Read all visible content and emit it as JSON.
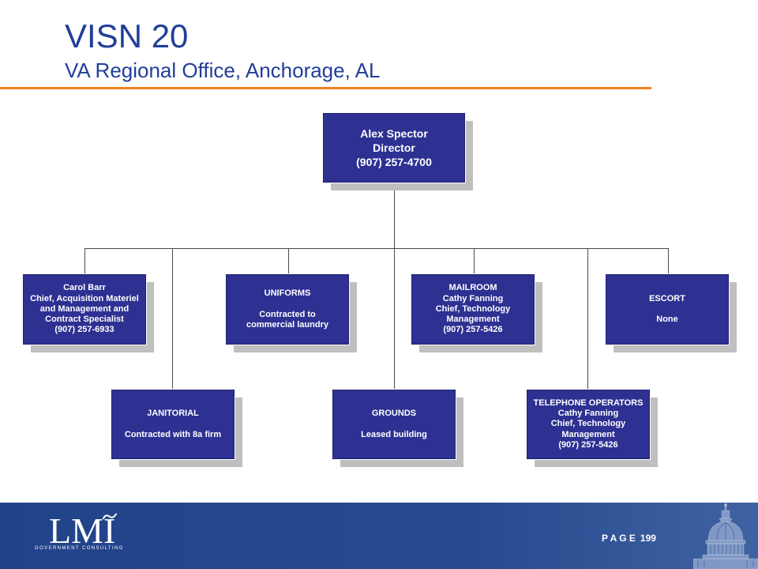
{
  "header": {
    "title": "VISN 20",
    "subtitle": "VA Regional Office, Anchorage, AL"
  },
  "org_chart": {
    "director": {
      "name": "Alex Spector",
      "role": "Director",
      "phone": "(907) 257-4700"
    },
    "acquisition": {
      "lines": [
        "Carol Barr",
        "Chief, Acquisition Materiel",
        "and Management and",
        "Contract Specialist",
        "(907) 257-6933"
      ]
    },
    "uniforms": {
      "title": "UNIFORMS",
      "lines": [
        "Contracted to",
        "commercial laundry"
      ]
    },
    "mailroom": {
      "title": "MAILROOM",
      "lines": [
        "Cathy Fanning",
        "Chief, Technology",
        "Management",
        "(907) 257-5426"
      ]
    },
    "escort": {
      "title": "ESCORT",
      "lines": [
        "None"
      ]
    },
    "janitorial": {
      "title": "JANITORIAL",
      "lines": [
        "Contracted with 8a firm"
      ]
    },
    "grounds": {
      "title": "GROUNDS",
      "lines": [
        "Leased building"
      ]
    },
    "telephone": {
      "title": "TELEPHONE OPERATORS",
      "lines": [
        "Cathy Fanning",
        "Chief, Technology",
        "Management",
        "(907) 257-5426"
      ]
    }
  },
  "footer": {
    "logo": "LMI",
    "tagline": "GOVERNMENT CONSULTING",
    "page_label": "P A G E",
    "page_number": "199"
  },
  "icons": {
    "logo": "lmi-logo",
    "capitol": "capitol-dome-icon"
  },
  "colors": {
    "title_text": "#213E99",
    "accent_rule": "#F0821E",
    "node_fill": "#2E3192",
    "node_shadow": "#BFBFBF",
    "connector": "#4A4A4A",
    "footer_band": "#21438A"
  }
}
